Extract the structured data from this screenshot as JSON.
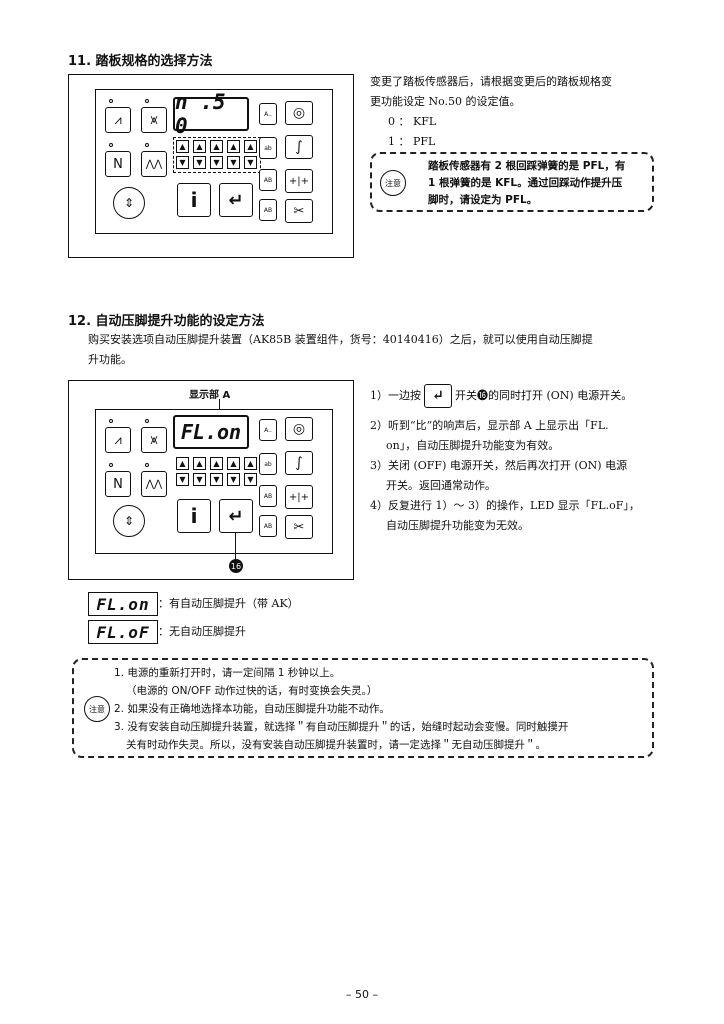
{
  "section11": {
    "heading": "11.  踏板规格的选择方法",
    "lcd": "n .5 0",
    "para": [
      "变更了踏板传感器后，请根据变更后的踏板规格变",
      "更功能设定 No.50 的设定值。"
    ],
    "opt0": "0 ： KFL",
    "opt1": "1 ： PFL",
    "caution_icon": "注意",
    "caution": [
      "踏板传感器有 2 根回踩弹簧的是 PFL，有",
      "1 根弹簧的是 KFL。通过回踩动作提升压",
      "脚时，请设定为 PFL。"
    ]
  },
  "section12": {
    "heading": "12.  自动压脚提升功能的设定方法",
    "intro": [
      "购买安装选项自动压脚提升装置（AK85B 装置组件，货号：40140416）之后，就可以使用自动压脚提",
      "升功能。"
    ],
    "display_label": "显示部 A",
    "lcd": "FL.on",
    "pointer_label": "⓰",
    "steps": {
      "s1a": "1）一边按",
      "s1b": "开关⓰的同时打开 (ON) 电源开关。",
      "s2": [
        "2）听到“比”的响声后，显示部 A 上显示出「FL.",
        "on」，自动压脚提升功能变为有效。"
      ],
      "s3": [
        "3）关闭 (OFF) 电源开关，然后再次打开 (ON) 电源",
        "开关。返回通常动作。"
      ],
      "s4": [
        "4）反复进行 1）～ 3）的操作，LED 显示「FL.oF」，",
        "自动压脚提升功能变为无效。"
      ]
    },
    "legend": [
      {
        "code": "FL.on",
        "text": "：有自动压脚提升（带 AK）"
      },
      {
        "code": "FL.oF",
        "text": "：无自动压脚提升"
      }
    ],
    "caution_icon": "注意",
    "cautions": [
      "1. 电源的重新打开时，请一定间隔 1  秒钟以上。",
      "（电源的 ON/OFF  动作过快的话，有时变换会失灵。）",
      "2. 如果没有正确地选择本功能，自动压脚提升功能不动作。",
      "3. 没有安装自动压脚提升装置，就选择＂有自动压脚提升＂的话，始缝时起动会变慢。同时触摸开",
      "关有时动作失灵。所以，没有安装自动压脚提升装置时，请一定选择＂无自动压脚提升＂。"
    ]
  },
  "panel_keys": {
    "info": "i",
    "enter": "↵",
    "thread": "✂",
    "spiral": "◎",
    "curve": "∫",
    "arrows_up": [
      "▲",
      "▲",
      "▲",
      "▲",
      "▲"
    ],
    "arrows_down": [
      "▼",
      "▼",
      "▼",
      "▼",
      "▼"
    ],
    "needle": "⇕"
  },
  "page_number": "– 50 –"
}
